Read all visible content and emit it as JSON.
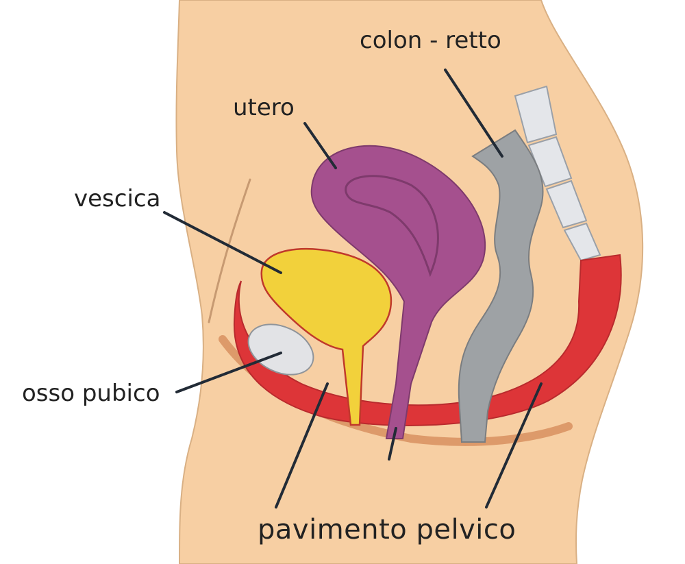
{
  "labels": {
    "colon": "colon - retto",
    "utero": "utero",
    "vescica": "vescica",
    "osso": "osso pubico",
    "pavimento": "pavimento pelvico"
  },
  "colors": {
    "skin": "#f7cfa3",
    "skin_outline": "#d9b084",
    "uterus": "#a5508e",
    "uterus_outline": "#7e3a6c",
    "bladder": "#f2d13b",
    "bladder_outline": "#c0392b",
    "rectum": "#9ea2a5",
    "rectum_outline": "#7a7d80",
    "muscle": "#dd3538",
    "bone": "#e2e3e6",
    "spine": "#e4e6ea",
    "tan_line": "#dd9a6a",
    "leader": "#222b36"
  }
}
